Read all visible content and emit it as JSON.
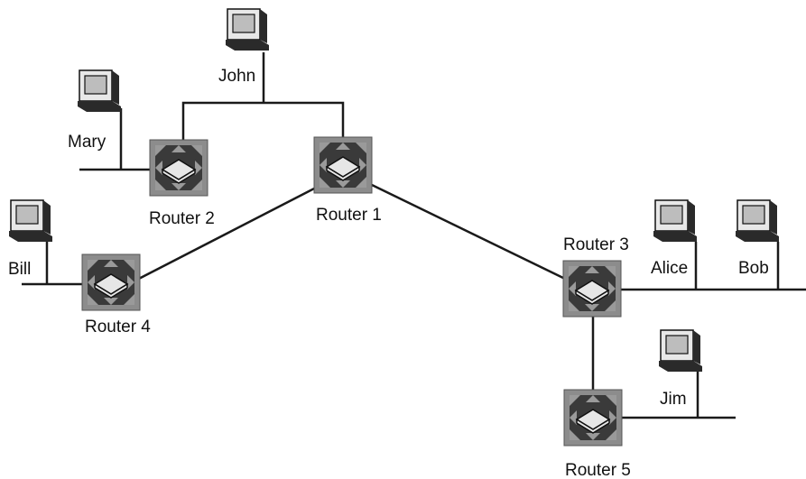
{
  "routers": [
    {
      "id": "r1",
      "label": "Router 1"
    },
    {
      "id": "r2",
      "label": "Router 2"
    },
    {
      "id": "r3",
      "label": "Router 3"
    },
    {
      "id": "r4",
      "label": "Router 4"
    },
    {
      "id": "r5",
      "label": "Router 5"
    }
  ],
  "hosts": [
    {
      "id": "john",
      "label": "John"
    },
    {
      "id": "mary",
      "label": "Mary"
    },
    {
      "id": "bill",
      "label": "Bill"
    },
    {
      "id": "alice",
      "label": "Alice"
    },
    {
      "id": "bob",
      "label": "Bob"
    },
    {
      "id": "jim",
      "label": "Jim"
    }
  ],
  "links": [
    [
      "r1",
      "r2"
    ],
    [
      "r1",
      "r4"
    ],
    [
      "r1",
      "r3"
    ],
    [
      "r3",
      "r5"
    ],
    [
      "r2",
      "mary"
    ],
    [
      "r2",
      "john"
    ],
    [
      "r4",
      "bill"
    ],
    [
      "r3",
      "alice"
    ],
    [
      "r3",
      "bob"
    ],
    [
      "r5",
      "jim"
    ]
  ]
}
